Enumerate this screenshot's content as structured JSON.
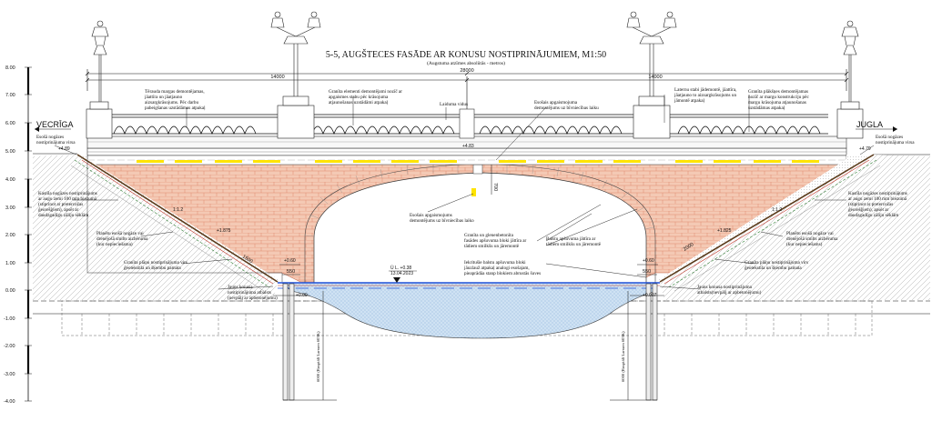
{
  "title": "5-5, AUGŠTECES FASĀDE AR KONUSU NOSTIPRINĀJUMIEM, M1:50",
  "subtitle": "(Augstuma atzīmes absolūtās - metros)",
  "cities": {
    "left": "VECRĪGA",
    "right": "JUGLA"
  },
  "dimensions": {
    "total": "28000",
    "half_left": "14000",
    "half_right": "14000",
    "cap_left": "550",
    "cap_right": "550",
    "arch_key": "700",
    "slope_left": "1500",
    "slope_right": "2000"
  },
  "scale": {
    "ticks": [
      "8.00",
      "7.00",
      "6.00",
      "5.00",
      "4.00",
      "3.00",
      "2.00",
      "1.00",
      "0.00",
      "-1.00",
      "-2.00",
      "-3.00",
      "-4.00"
    ]
  },
  "elevations": {
    "left_top": "+4.89",
    "mid_top": "+4.83",
    "right_top": "+4.79",
    "left_slope": "+1.875",
    "right_slope": "+1.825",
    "left_cap": "+0.60",
    "right_cap": "+0.60",
    "left_base": "+0.00",
    "right_base": "+0.007",
    "grad_left": "1:1.2",
    "grad_right": "1:1.2",
    "water_level": "Ū L. +0.38",
    "water_date": "13.04.2023"
  },
  "piles": {
    "left": "6000 (Rusptālī Larssen 603K)",
    "right": "6000 (Rusptālī Larssen 603K)"
  },
  "notes": {
    "n1": [
      "Tērauda margas demontējamas,",
      "jāattīra un jāatjauno",
      "aizsargkrāsojums. Pēc darbu",
      "pabeigšanas uzstādāmas atpakaļ"
    ],
    "n2": [
      "Granīta elementi demontējami nozīč ar",
      "apgaismes stabu pēc krāsojuma",
      "atjaunošanas uzstādāmi atpakaļ"
    ],
    "n3": [
      "Laiduma vidus"
    ],
    "n4": [
      "Esošais apgaismojuma",
      "demontējums uz bīvniecības laiku"
    ],
    "n5": [
      "Laternu stabi jādemontē, jāattīra,",
      "jāatjauno to aizsargkrāsojums un",
      "jāmontē atpakaļ"
    ],
    "n6": [
      "Granīta plākšņes demontējamas",
      "nozīč ar margu konstrukciju pēc",
      "margu krāsojuma atjaunošanas",
      "uzstādāmas atpakaļ"
    ],
    "n7": [
      "Esošā nogāzes",
      "nostiprinājuma virsa"
    ],
    "n8": [
      "Esošā nogāzes",
      "nostiprinājuma virsa"
    ],
    "n9": [
      "Kastīla nogāzes nostiprinājums",
      "ar augu zemi 100 mm biezumā",
      "(stiprinot ar pretercožas",
      "ģeorešģiem), apsēt ar",
      "daudzgadīgu zāliju sēklām"
    ],
    "n10": [
      "Kastīla nogāzes nostiprinājums",
      "ar augu zemi 100 mm biezumā",
      "(stiprinot ar pretercožas",
      "ģeorešģiem), apsēt ar",
      "daudzgadīgu zāliju sēklām"
    ],
    "n11": [
      "Esošais apgaismojums",
      "demontējums uz bīvniecības laiko"
    ],
    "n12": [
      "Planētu esošā nogāze vai",
      "drenējošā smilts aizbēruma",
      "(kur nepieciešama)"
    ],
    "n13": [
      "Planētu esošā nogāze vai",
      "drenējošā smilts aizbēruma",
      "(kur nepieciešams)"
    ],
    "n14": [
      "Granīta un glenenbetonīta",
      "fasādes apšuvuma bloki jāttīra ar",
      "tādiem smilkšu un jāremontē"
    ],
    "n15": [
      "Balstu apšuvuma jāttīra ar",
      "tādiem smilkšu un jāremontē"
    ],
    "n16": [
      "Granīta plāņu nostiprinājuma virs",
      "ģeotekstila un šķembu pamata"
    ],
    "n17": [
      "Granīta plāņu nostiprinājuma virs",
      "ģeotekstila un šķembu pamata"
    ],
    "n18": [
      "Iekritušie balstu apšuvuma bloki",
      "jāuzlauž atpakaļ analogi esošajam,",
      "pieaprādāa stanp blokiem abrustās šuves"
    ],
    "n19": [
      "Jauns konusa",
      "nostiprinājuma atbalsts",
      "(nevpālj ar apbetonējumu)"
    ],
    "n20": [
      "Jauns konusa nostiprinājuma",
      "atbalsts(nevpālj ar apbetonējumu)"
    ]
  },
  "colors": {
    "brick": "#f2c3ae",
    "brick_line": "#e0826a",
    "water": "#c8dff0",
    "water_line": "#1f4fd6",
    "highlight": "#ffe400",
    "slope": "#6a4a2a"
  }
}
